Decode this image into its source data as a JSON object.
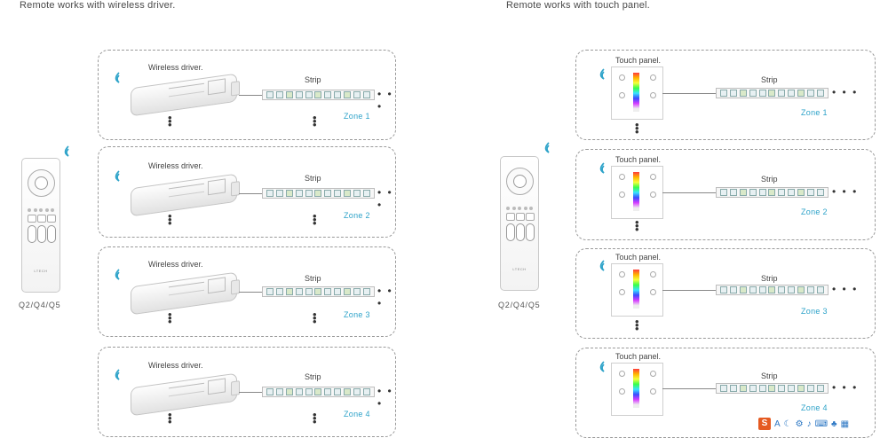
{
  "left_heading": "Remote works with wireless driver.",
  "right_heading": "Remote works with touch panel.",
  "remote": {
    "label": "Q2/Q4/Q5",
    "brand": "LTECH"
  },
  "left_zones": [
    {
      "device_label": "Wireless driver.",
      "strip_label": "Strip",
      "zone_label": "Zone 1"
    },
    {
      "device_label": "Wireless driver.",
      "strip_label": "Strip",
      "zone_label": "Zone 2"
    },
    {
      "device_label": "Wireless driver.",
      "strip_label": "Strip",
      "zone_label": "Zone 3"
    },
    {
      "device_label": "Wireless driver.",
      "strip_label": "Strip",
      "zone_label": "Zone 4"
    }
  ],
  "right_zones": [
    {
      "device_label": "Touch panel.",
      "strip_label": "Strip",
      "zone_label": "Zone 1"
    },
    {
      "device_label": "Touch panel.",
      "strip_label": "Strip",
      "zone_label": "Zone 2"
    },
    {
      "device_label": "Touch panel.",
      "strip_label": "Strip",
      "zone_label": "Zone 3"
    },
    {
      "device_label": "Touch panel.",
      "strip_label": "Strip",
      "zone_label": "Zone 4"
    }
  ],
  "more_symbol_h": "• • •",
  "more_symbol_v": "•\n•\n•",
  "colors": {
    "zone_text": "#2ea3c9",
    "wifi": "#2ea3c9",
    "dashed_border": "#9a9a9a"
  },
  "icons": {
    "wireless": "wifi-signal-icon"
  }
}
